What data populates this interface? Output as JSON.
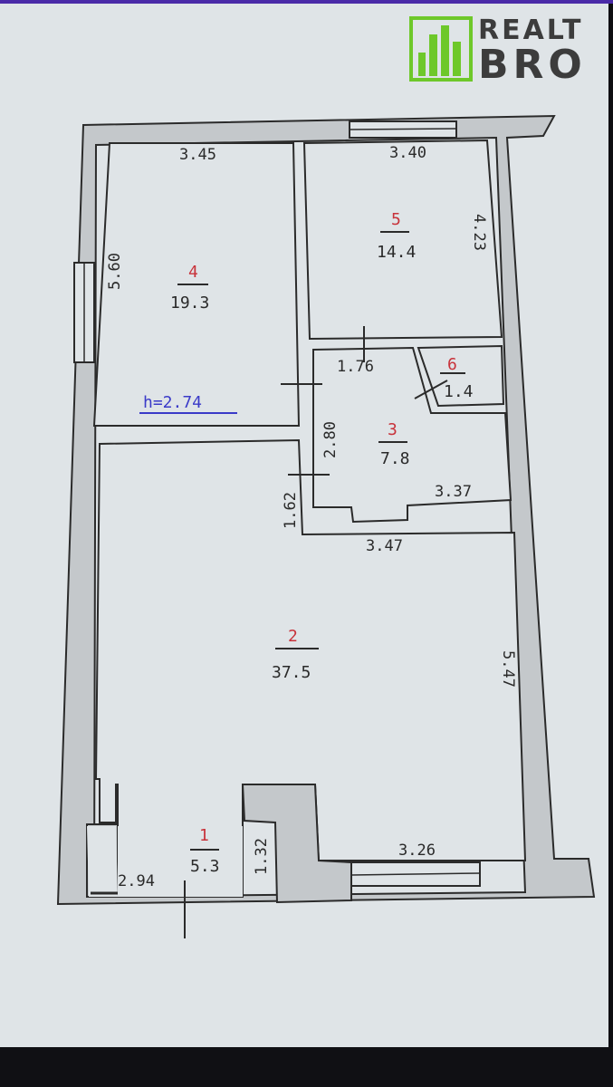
{
  "logo": {
    "line1": "REALT",
    "line2": "BRO",
    "accent": "#6ec82a"
  },
  "ceiling_height": "h=2.74",
  "rooms": [
    {
      "number": "1",
      "area": "5.3"
    },
    {
      "number": "2",
      "area": "37.5"
    },
    {
      "number": "3",
      "area": "7.8"
    },
    {
      "number": "4",
      "area": "19.3"
    },
    {
      "number": "5",
      "area": "14.4"
    },
    {
      "number": "6",
      "area": "1.4"
    }
  ],
  "dimensions": {
    "room4_width": "3.45",
    "room4_height": "5.60",
    "room5_width": "3.40",
    "room5_height": "4.23",
    "corridor_width": "1.76",
    "room3_height": "2.80",
    "room3_width": "3.37",
    "entry_offset": "1.62",
    "room2_width_top": "3.47",
    "room2_height": "5.47",
    "room2_width_bottom": "3.26",
    "room1_width": "2.94",
    "room1_height": "1.32"
  },
  "colors": {
    "wall": "#c4c8cb",
    "line": "#2b2b2b",
    "paper": "#dfe4e7",
    "room_number": "#c8323a",
    "height_note": "#3a3ac8"
  }
}
